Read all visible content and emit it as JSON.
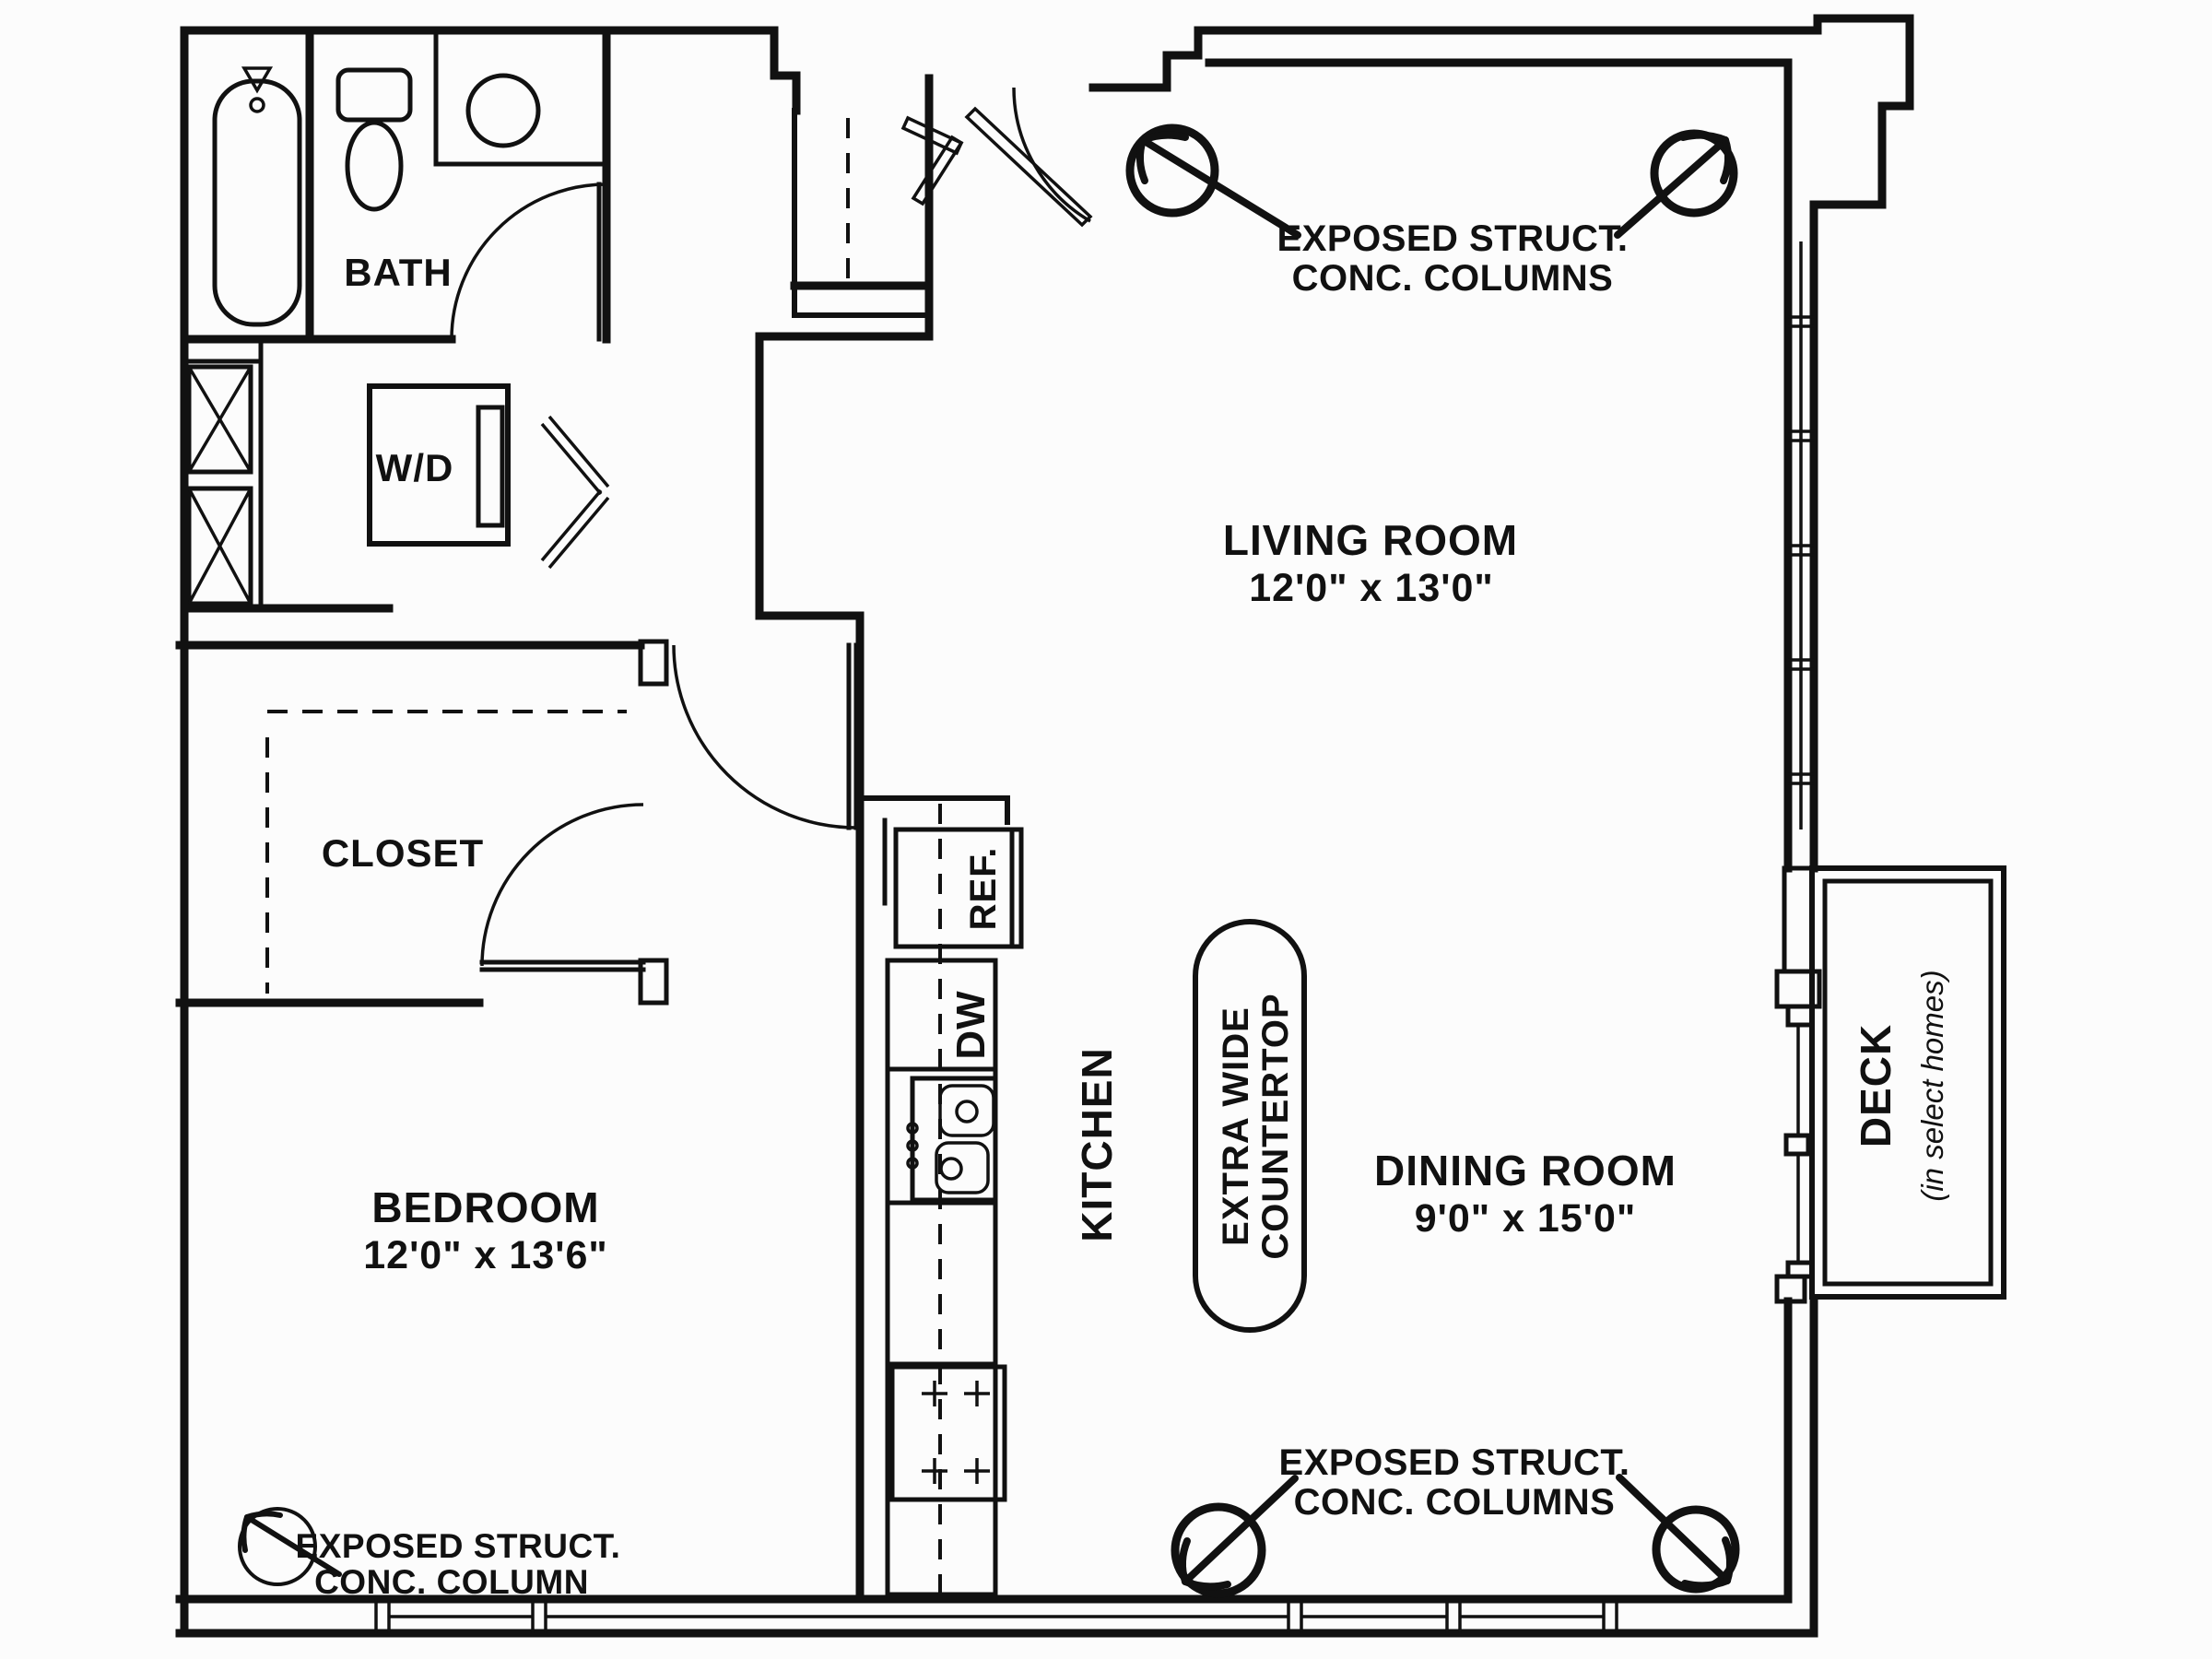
{
  "colors": {
    "line": "#111111",
    "background": "#fcfcfc"
  },
  "rooms": {
    "bath": {
      "label": "BATH"
    },
    "closet": {
      "label": "CLOSET"
    },
    "bedroom": {
      "label": "BEDROOM",
      "dims": "12'0\" x 13'6\""
    },
    "living": {
      "label": "LIVING ROOM",
      "dims": "12'0\" x 13'0\""
    },
    "dining": {
      "label": "DINING ROOM",
      "dims": "9'0\" x 15'0\""
    },
    "kitchen": {
      "label": "KITCHEN"
    },
    "deck": {
      "label": "DECK",
      "note": "(in select homes)"
    }
  },
  "fixtures": {
    "washer_dryer": "W/D",
    "refrigerator": "REF.",
    "dishwasher": "DW"
  },
  "island": {
    "line1": "EXTRA WIDE",
    "line2": "COUNTERTOP"
  },
  "annotations": {
    "top": {
      "line1": "EXPOSED STRUCT.",
      "line2": "CONC. COLUMNS"
    },
    "bottom": {
      "line1": "EXPOSED STRUCT.",
      "line2": "CONC. COLUMNS"
    },
    "bottom_left": {
      "line1": "EXPOSED STRUCT.",
      "line2": "CONC. COLUMN"
    }
  }
}
